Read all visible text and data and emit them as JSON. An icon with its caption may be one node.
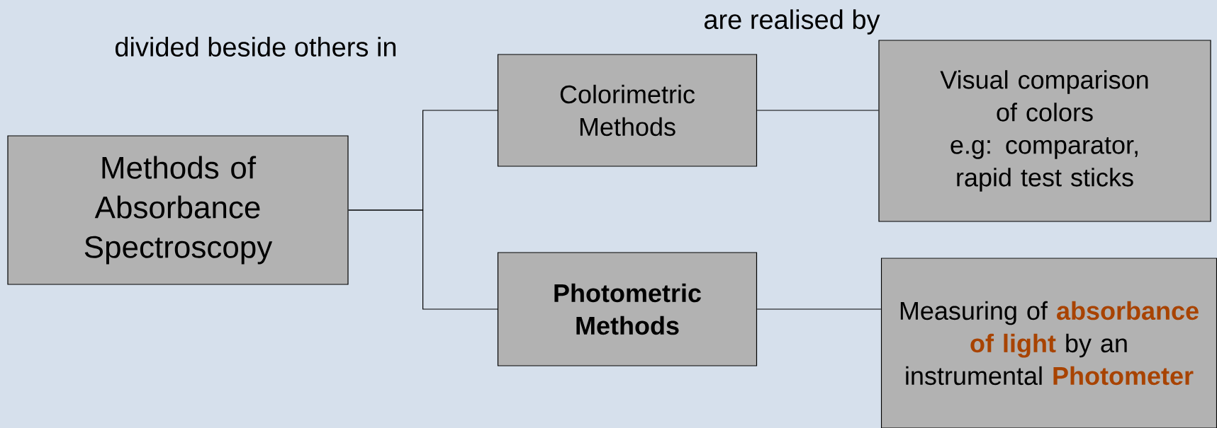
{
  "diagram": {
    "nodes": [
      {
        "text": [
          "Methods of Absorbance Spectroscopy"
        ]
      },
      {
        "text": [
          "Colorimetric Methods"
        ]
      },
      {
        "text": [
          "Photometric Methods"
        ]
      },
      {
        "text": [
          "Visual comparison of colors",
          "e.g: comparator, rapid test sticks"
        ]
      },
      {
        "text": [
          "Measuring of **absorbance of light** by an instrumental **Photometer**"
        ]
      }
    ],
    "edges": [
      {
        "from": 0,
        "to": 1,
        "arrow": "none"
      },
      {
        "from": 0,
        "to": 2,
        "arrow": "none"
      },
      {
        "from": 1,
        "to": 3,
        "arrow": "none"
      },
      {
        "from": 2,
        "to": 4,
        "arrow": "none"
      }
    ],
    "labels": [
      "divided beside others in",
      "are realised by"
    ]
  }
}
